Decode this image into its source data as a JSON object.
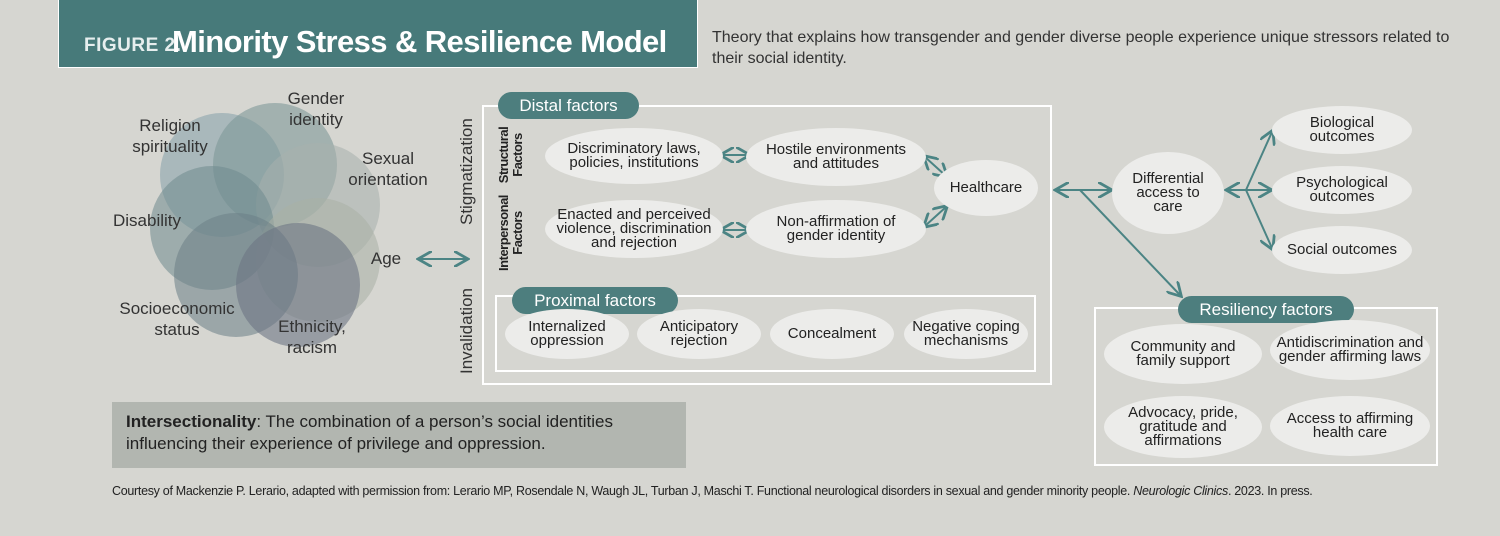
{
  "header": {
    "figure_label": "FIGURE 2.",
    "title": "Minority Stress & Resilience Model",
    "description": "Theory that explains how transgender and gender diverse people experience unique stressors related to their social identity."
  },
  "identities": {
    "gender": "Gender identity",
    "religion": "Religion spirituality",
    "sexual": "Sexual orientation",
    "disability": "Disability",
    "age": "Age",
    "ses": "Socioeconomic status",
    "ethnicity": "Ethnicity, racism"
  },
  "side_labels": {
    "stigmatization": "Stigmatization",
    "invalidation": "Invalidation",
    "structural": "Structural Factors",
    "interpersonal": "Interpersonal Factors"
  },
  "distal": {
    "title": "Distal factors",
    "laws": "Discriminatory laws, policies, institutions",
    "hostile": "Hostile environments and attitudes",
    "violence": "Enacted and perceived violence, discrimination and rejection",
    "nonaff": "Non-affirmation of gender identity",
    "healthcare": "Healthcare"
  },
  "proximal": {
    "title": "Proximal factors",
    "items": [
      "Internalized oppression",
      "Anticipatory rejection",
      "Concealment",
      "Negative coping mechanisms"
    ]
  },
  "access": "Differential access to care",
  "outcomes": [
    "Biological outcomes",
    "Psychological outcomes",
    "Social outcomes"
  ],
  "resiliency": {
    "title": "Resiliency factors",
    "items": [
      "Community and family support",
      "Antidiscrimination and gender affirming laws",
      "Advocacy, pride, gratitude and affirmations",
      "Access to affirming health care"
    ]
  },
  "intersectionality": {
    "term": "Intersectionality",
    "text": ": The combination of a person’s social identities influencing their experience of privilege and oppression."
  },
  "credit": {
    "text": "Courtesy of Mackenzie P. Lerario, adapted with permission from: Lerario MP, Rosendale N, Waugh JL, Turban J, Maschi T. Functional neurological disorders in sexual and gender minority people.",
    "journal": "Neurologic Clinics",
    "tail": ". 2023. In press."
  },
  "colors": {
    "teal": "#4d7e7e",
    "arrow": "#4b8484",
    "background": "#d6d6d1",
    "ellipse": "#ececea"
  }
}
